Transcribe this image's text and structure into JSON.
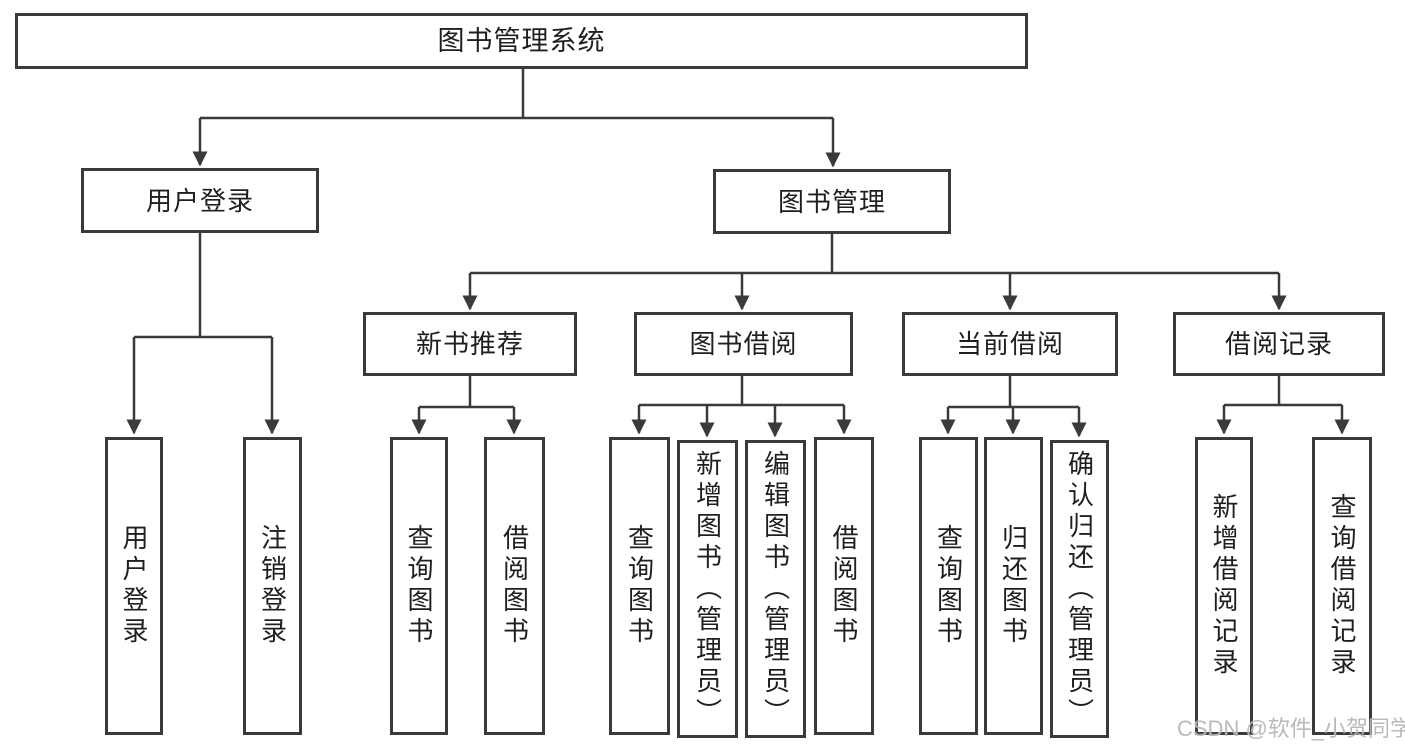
{
  "tree": {
    "label": "图书管理系统",
    "children": [
      {
        "label": "用户登录",
        "children": [
          {
            "label": "用户登录"
          },
          {
            "label": "注销登录"
          }
        ]
      },
      {
        "label": "图书管理",
        "children": [
          {
            "label": "新书推荐",
            "children": [
              {
                "label": "查询图书"
              },
              {
                "label": "借阅图书"
              }
            ]
          },
          {
            "label": "图书借阅",
            "children": [
              {
                "label": "查询图书"
              },
              {
                "label": "新增图书（管理员）"
              },
              {
                "label": "编辑图书（管理员）"
              },
              {
                "label": "借阅图书"
              }
            ]
          },
          {
            "label": "当前借阅",
            "children": [
              {
                "label": "查询图书"
              },
              {
                "label": "归还图书"
              },
              {
                "label": "确认归还（管理员）"
              }
            ]
          },
          {
            "label": "借阅记录",
            "children": [
              {
                "label": "新增借阅记录"
              },
              {
                "label": "查询借阅记录"
              }
            ]
          }
        ]
      }
    ]
  },
  "watermark": "CSDN @软件_小贺同学",
  "colors": {
    "line": "#3a3a3a",
    "text": "#1f1f1f",
    "box_background": "#ffffff",
    "watermark": "#b5b5b5",
    "page_background": "#ffffff"
  }
}
